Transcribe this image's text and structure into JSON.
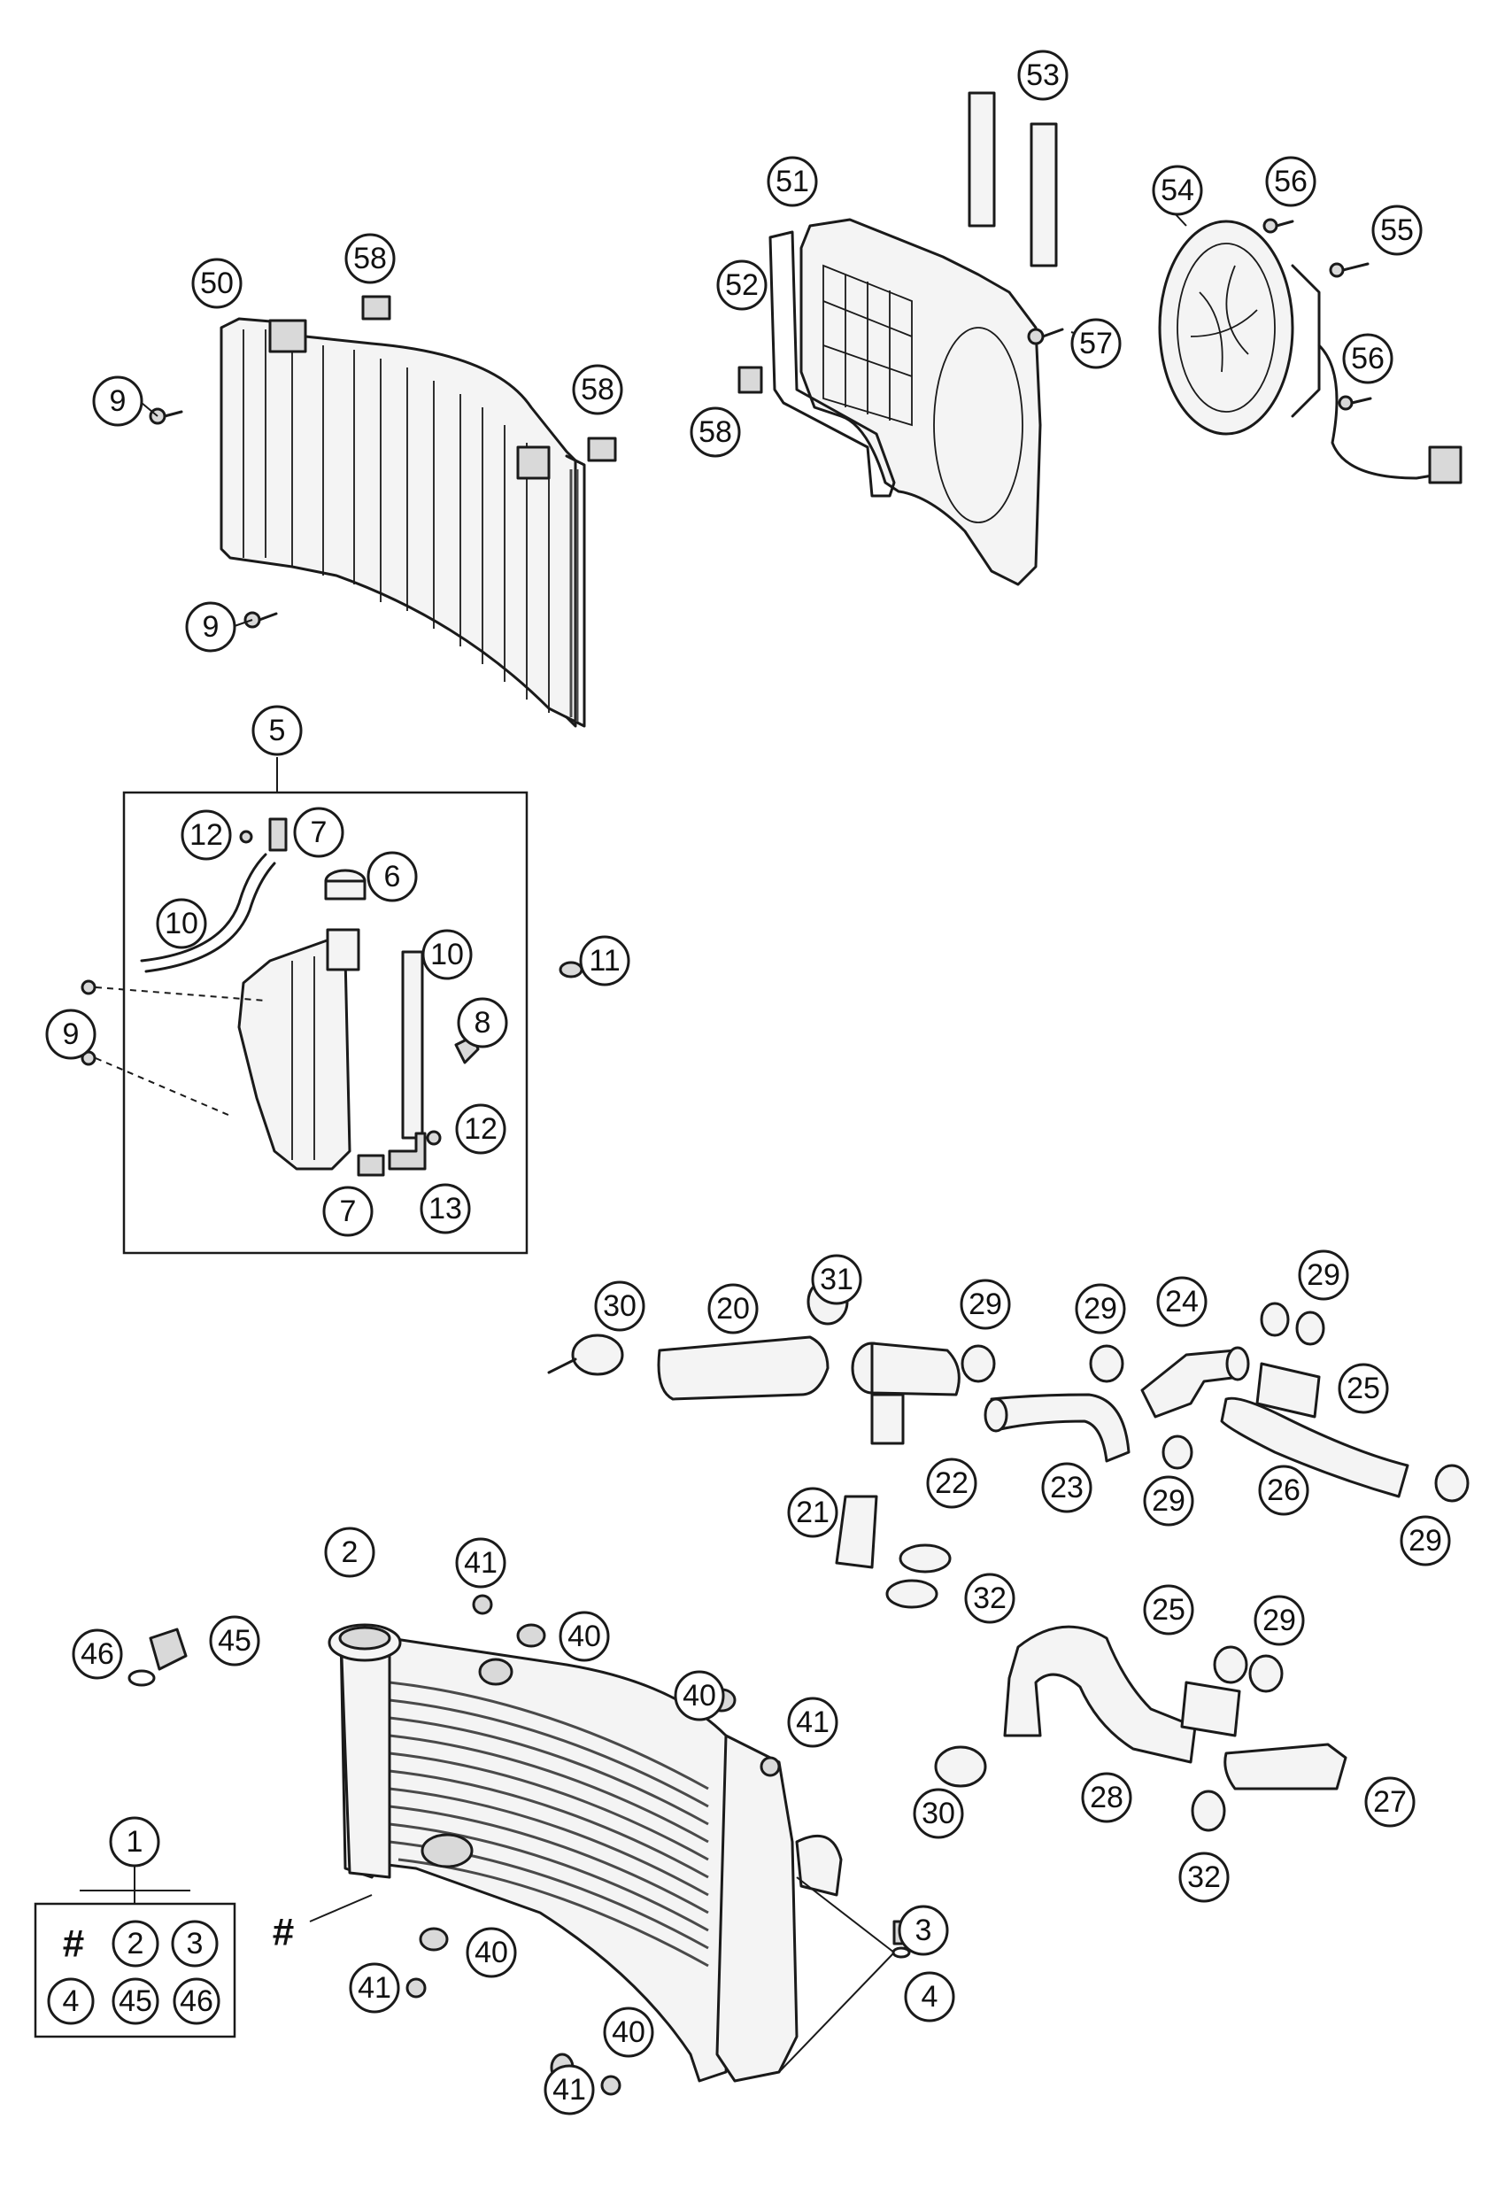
{
  "callouts": [
    {
      "id": "c50",
      "label": "50"
    },
    {
      "id": "c58a",
      "label": "58"
    },
    {
      "id": "c58b",
      "label": "58"
    },
    {
      "id": "c9a",
      "label": "9"
    },
    {
      "id": "c9b",
      "label": "9"
    },
    {
      "id": "c51",
      "label": "51"
    },
    {
      "id": "c52",
      "label": "52"
    },
    {
      "id": "c53",
      "label": "53"
    },
    {
      "id": "c54",
      "label": "54"
    },
    {
      "id": "c55",
      "label": "55"
    },
    {
      "id": "c56a",
      "label": "56"
    },
    {
      "id": "c56b",
      "label": "56"
    },
    {
      "id": "c57",
      "label": "57"
    },
    {
      "id": "c58c",
      "label": "58"
    },
    {
      "id": "c5",
      "label": "5"
    },
    {
      "id": "c12a",
      "label": "12"
    },
    {
      "id": "c7a",
      "label": "7"
    },
    {
      "id": "c6",
      "label": "6"
    },
    {
      "id": "c10a",
      "label": "10"
    },
    {
      "id": "c10b",
      "label": "10"
    },
    {
      "id": "c11",
      "label": "11"
    },
    {
      "id": "c8",
      "label": "8"
    },
    {
      "id": "c9c",
      "label": "9"
    },
    {
      "id": "c12b",
      "label": "12"
    },
    {
      "id": "c7b",
      "label": "7"
    },
    {
      "id": "c13",
      "label": "13"
    },
    {
      "id": "c30a",
      "label": "30"
    },
    {
      "id": "c31",
      "label": "31"
    },
    {
      "id": "c20",
      "label": "20"
    },
    {
      "id": "c29a",
      "label": "29"
    },
    {
      "id": "c29b",
      "label": "29"
    },
    {
      "id": "c24",
      "label": "24"
    },
    {
      "id": "c29c",
      "label": "29"
    },
    {
      "id": "c25a",
      "label": "25"
    },
    {
      "id": "c22",
      "label": "22"
    },
    {
      "id": "c23",
      "label": "23"
    },
    {
      "id": "c29d",
      "label": "29"
    },
    {
      "id": "c26",
      "label": "26"
    },
    {
      "id": "c29e",
      "label": "29"
    },
    {
      "id": "c21",
      "label": "21"
    },
    {
      "id": "c32a",
      "label": "32"
    },
    {
      "id": "c2",
      "label": "2"
    },
    {
      "id": "c41a",
      "label": "41"
    },
    {
      "id": "c40a",
      "label": "40"
    },
    {
      "id": "c45",
      "label": "45"
    },
    {
      "id": "c46a",
      "label": "46"
    },
    {
      "id": "c40b",
      "label": "40"
    },
    {
      "id": "c41b",
      "label": "41"
    },
    {
      "id": "c25b",
      "label": "25"
    },
    {
      "id": "c29f",
      "label": "29"
    },
    {
      "id": "c30b",
      "label": "30"
    },
    {
      "id": "c28",
      "label": "28"
    },
    {
      "id": "c27",
      "label": "27"
    },
    {
      "id": "c32b",
      "label": "32"
    },
    {
      "id": "c1",
      "label": "1"
    },
    {
      "id": "c3a",
      "label": "3"
    },
    {
      "id": "c3b",
      "label": "3"
    },
    {
      "id": "c4a",
      "label": "4"
    },
    {
      "id": "c4b",
      "label": "4"
    },
    {
      "id": "c2b",
      "label": "2"
    },
    {
      "id": "c45b",
      "label": "45"
    },
    {
      "id": "c46b",
      "label": "46"
    },
    {
      "id": "c40c",
      "label": "40"
    },
    {
      "id": "c41c",
      "label": "41"
    },
    {
      "id": "c40d",
      "label": "40"
    },
    {
      "id": "c41d",
      "label": "41"
    }
  ],
  "plain_labels": {
    "hash_kit": "#",
    "hash_radiator": "#"
  }
}
